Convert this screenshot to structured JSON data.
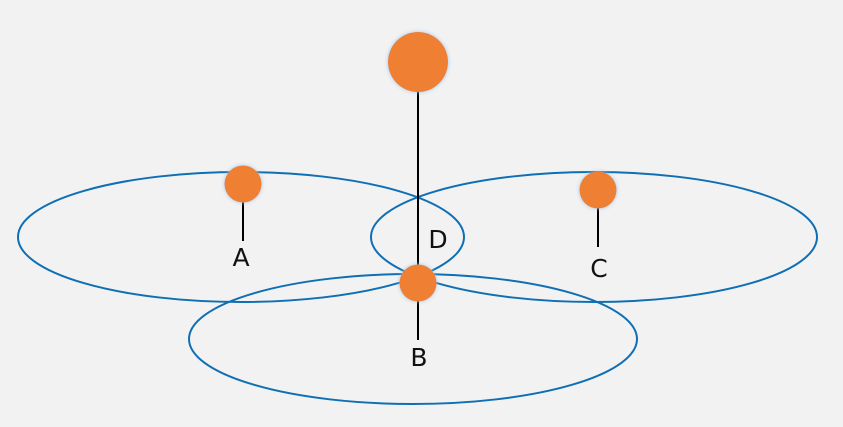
{
  "diagram": {
    "background": "#f2f2f2",
    "ellipse_color": "#0f6fb4",
    "node_color": "#ef7f32",
    "node_glow_color": "#9ec6ea",
    "line_color": "#000000",
    "labels": {
      "a": "A",
      "b": "B",
      "c": "C",
      "d": "D"
    }
  }
}
